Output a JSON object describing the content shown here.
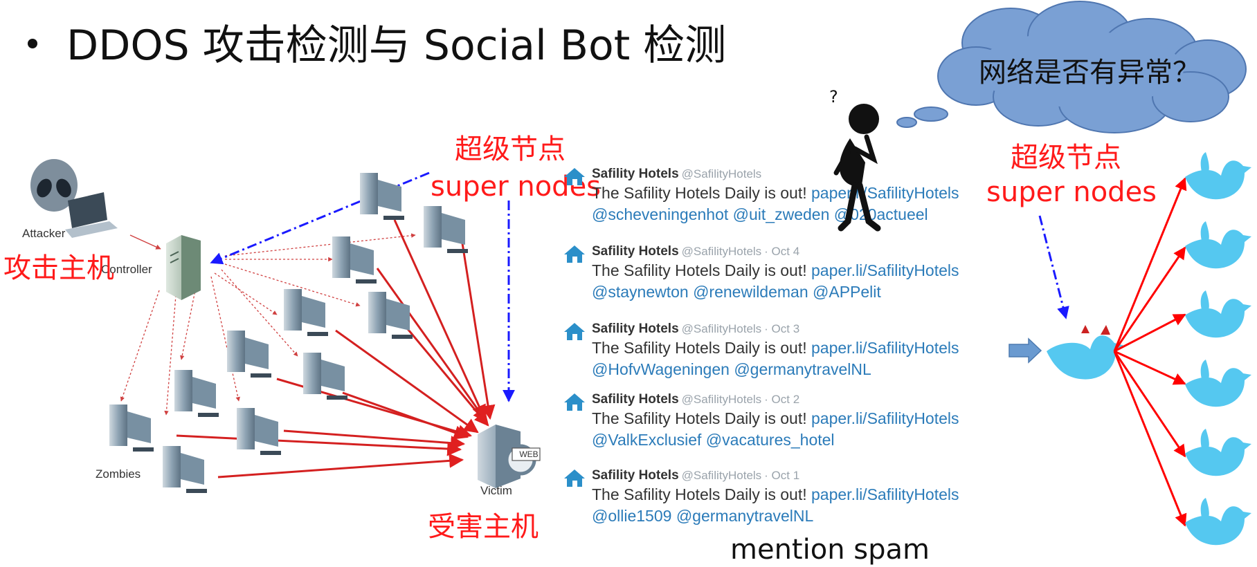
{
  "title": "DDOS 攻击检测与 Social Bot 检测",
  "ddos": {
    "attacker_label": "Attacker",
    "controller_label": "Controller",
    "zombies_label": "Zombies",
    "victim_label": "Victim",
    "web_badge": "WEB",
    "attack_host_label": "攻击主机",
    "victim_host_label": "受害主机",
    "super_nodes_zh": "超级节点",
    "super_nodes_en": "super nodes"
  },
  "tweets": [
    {
      "name": "Safility Hotels",
      "handle": "@SafilityHotels",
      "date": "",
      "text": "The Safility Hotels Daily is out!",
      "link": "paper.li/SafilityHotels",
      "mentions": "@scheveningenhot @uit_zweden @020actueel"
    },
    {
      "name": "Safility Hotels",
      "handle": "@SafilityHotels",
      "date": "· Oct 4",
      "text": "The Safility Hotels Daily is out!",
      "link": "paper.li/SafilityHotels",
      "mentions": "@staynewton @renewildeman @APPelit"
    },
    {
      "name": "Safility Hotels",
      "handle": "@SafilityHotels",
      "date": "· Oct 3",
      "text": "The Safility Hotels Daily is out!",
      "link": "paper.li/SafilityHotels",
      "mentions": "@HofvWageningen @germanytravelNL"
    },
    {
      "name": "Safility Hotels",
      "handle": "@SafilityHotels",
      "date": "· Oct 2",
      "text": "The Safility Hotels Daily is out!",
      "link": "paper.li/SafilityHotels",
      "mentions": "@ValkExclusief @vacatures_hotel"
    },
    {
      "name": "Safility Hotels",
      "handle": "@SafilityHotels",
      "date": "· Oct 1",
      "text": "The Safility Hotels Daily is out!",
      "link": "paper.li/SafilityHotels",
      "mentions": "@ollie1509 @germanytravelNL"
    }
  ],
  "mention_spam": "mention spam",
  "thinking": {
    "question": "网络是否有异常？",
    "super_nodes_zh": "超级节点",
    "super_nodes_en": "super nodes"
  },
  "colors": {
    "red": "#ff1a1a",
    "blue": "#1a1aff",
    "cloud": "#7aa0d4",
    "bird": "#55c8f0",
    "link": "#2b7bb9"
  }
}
